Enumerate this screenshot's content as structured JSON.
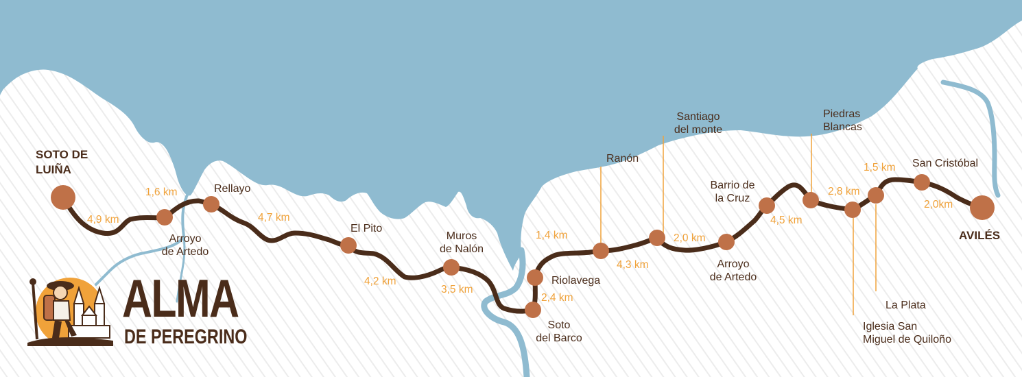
{
  "map": {
    "colors": {
      "sea": "#8fbbd0",
      "land": "#ffffff",
      "route": "#4a2c1a",
      "stop": "#bf7148",
      "distance": "#f0a23a",
      "text": "#4a2c1a"
    },
    "stops": {
      "soto_luina": "SOTO DE\nLUIÑA",
      "arroyo_artedo_1": "Arroyo\nde Artedo",
      "rellayo": "Rellayo",
      "el_pito": "El Pito",
      "muros_nalon": "Muros\nde Nalón",
      "soto_barco": "Soto\ndel Barco",
      "riolavega": "Riolavega",
      "ranon": "Ranón",
      "santiago_monte": "Santiago\ndel monte",
      "arroyo_artedo_2": "Arroyo\nde Artedo",
      "barrio_cruz": "Barrio de\nla Cruz",
      "piedras_blancas": "Piedras\nBlancas",
      "iglesia_quilono": "Iglesia San\nMiguel de Quiloño",
      "la_plata": "La Plata",
      "san_cristobal": "San Cristóbal",
      "aviles": "AVILÉS"
    },
    "distances": {
      "d1": "4,9 km",
      "d2": "1,6 km",
      "d3": "4,7 km",
      "d4": "4,2 km",
      "d5": "3,5 km",
      "d6": "2,4 km",
      "d7": "1,4 km",
      "d8": "4,3 km",
      "d9": "2,0 km",
      "d10": "4,5 km",
      "d11": "2,8 km",
      "d12": "1,5 km",
      "d13": "2,0km"
    }
  },
  "logo": {
    "line1": "ALMA",
    "line2": "DE PEREGRINO"
  }
}
